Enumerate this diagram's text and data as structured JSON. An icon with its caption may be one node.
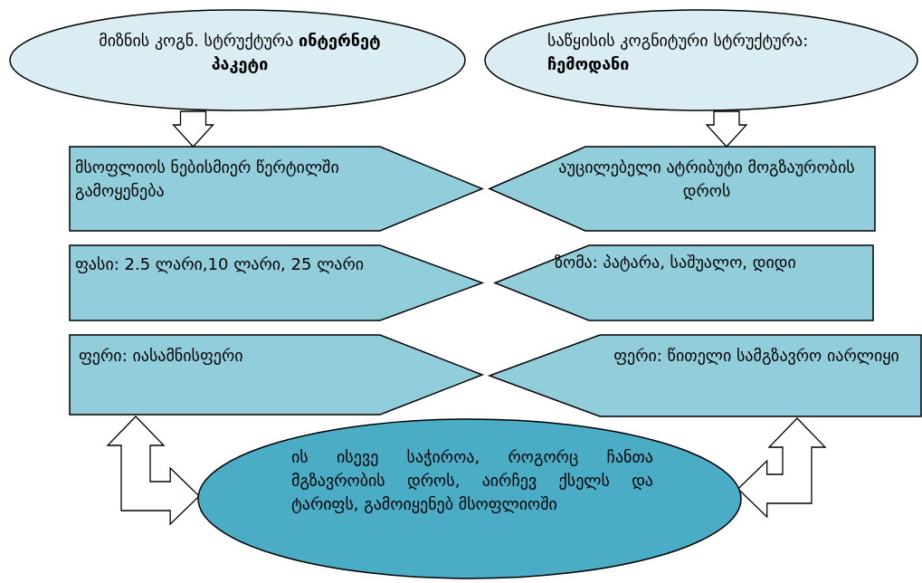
{
  "diagram": {
    "nodes": [
      {
        "text": [
          "მიზნის კოგნ. სტრუქტურა **ინტერნეტ პაკეტი**"
        ]
      },
      {
        "text": [
          "საწყისის კოგნიტური სტრუქტურა: **ჩემოდანი**"
        ]
      },
      {
        "text": [
          "მსოფლიოს ნებისმიერ წერტილში გამოყენება"
        ]
      },
      {
        "text": [
          "აუცილებელი ატრიბუტი მოგზაურობის დროს"
        ]
      },
      {
        "text": [
          "ფასი: 2.5 ლარი,10 ლარი, 25 ლარი"
        ]
      },
      {
        "text": [
          "ზომა: პატარა, საშუალო, დიდი"
        ]
      },
      {
        "text": [
          "ფერი: იასამნისფერი"
        ]
      },
      {
        "text": [
          "ფერი: წითელი სამგზავრო იარლიყი"
        ]
      },
      {
        "text": [
          "ის ისევე საჭიროა, როგორც ჩანთა მგზავრობის დროს, აირჩევ ქსელს და ტარიფს, გამოიყენებ მსოფლიოში"
        ]
      }
    ],
    "edges": [
      {
        "from": 0,
        "to": 2,
        "arrow": "to"
      },
      {
        "from": 1,
        "to": 3,
        "arrow": "to"
      },
      {
        "from": 6,
        "to": 8,
        "arrow": "both"
      },
      {
        "from": 7,
        "to": 8,
        "arrow": "both"
      }
    ]
  }
}
